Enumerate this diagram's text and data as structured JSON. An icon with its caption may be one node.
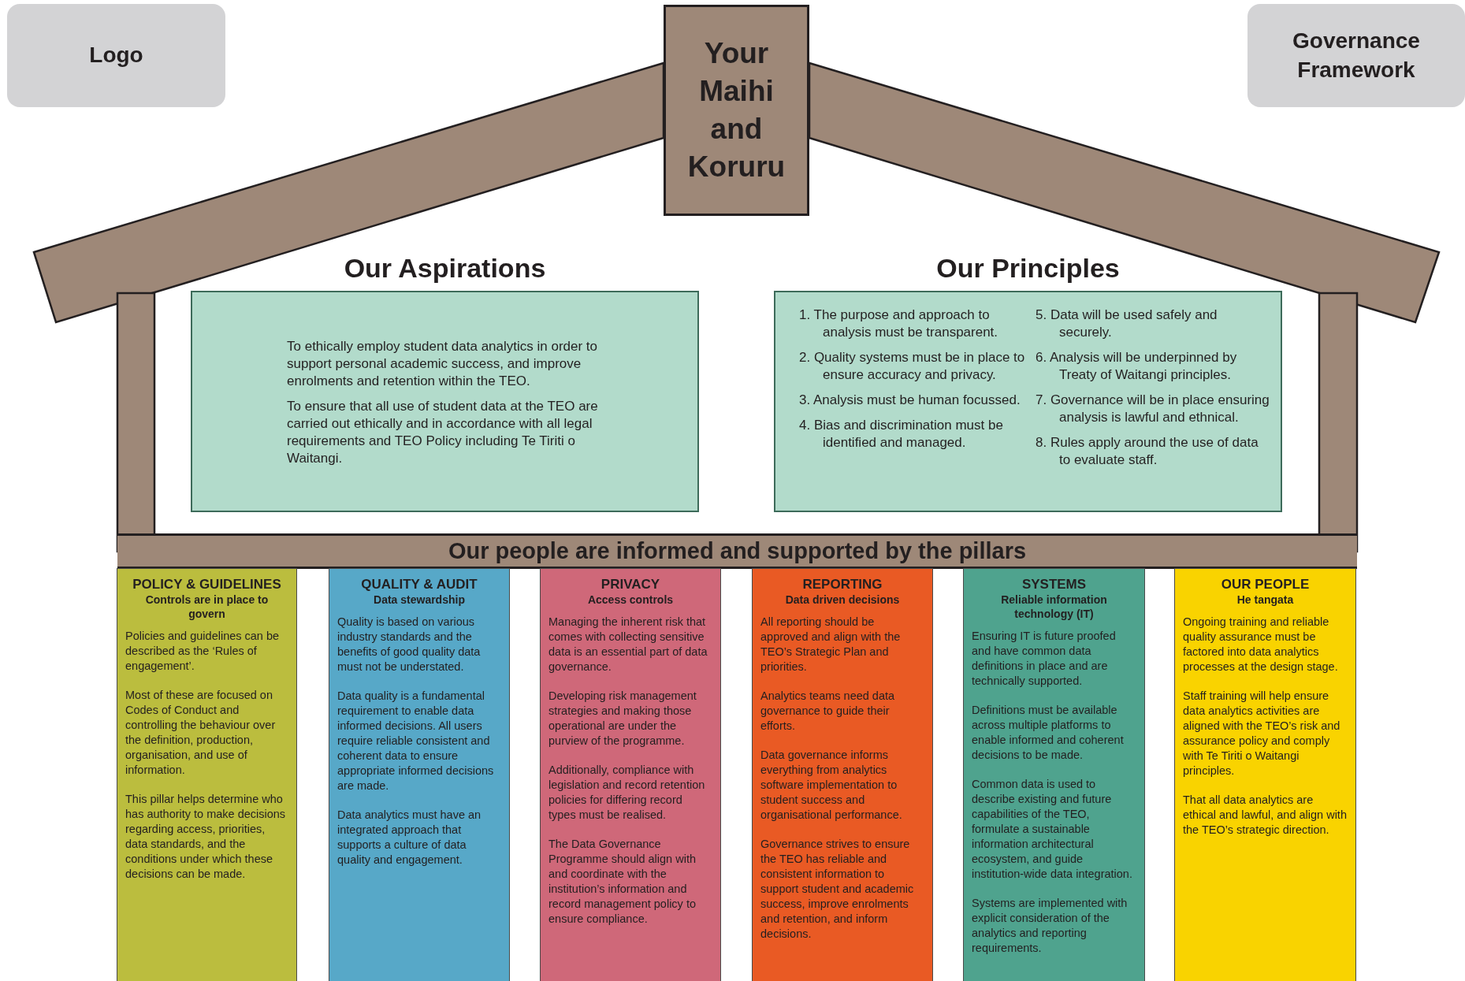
{
  "diagram": {
    "nodes": [
      {
        "text": [
          "Logo"
        ]
      },
      {
        "text": [
          "Governance Framework"
        ]
      },
      {
        "text": [
          "Your Maihi and Koruru"
        ]
      },
      {
        "text": [
          "Our Aspirations",
          "To ethically employ student data analytics in order to support personal academic success, and improve enrolments and retention within the TEO.",
          "To ensure that all use of student data at the TEO are carried out ethically and in accordance with all legal requirements and TEO Policy including Te Tiriti o Waitangi."
        ]
      },
      {
        "text": [
          "Our Principles",
          "1. The purpose and approach to analysis must be transparent.",
          "2. Quality systems must be in place to ensure accuracy and privacy.",
          "3. Analysis must be human focussed.",
          "4. Bias and discrimination must be identified and managed.",
          "5. Data will be used safely and securely.",
          "6. Analysis will be underpinned by Treaty of Waitangi principles.",
          "7. Governance will be in place ensuring analysis is lawful and ethnical.",
          "8. Rules apply around the use of data to evaluate staff."
        ]
      },
      {
        "text": [
          "Our people are informed and supported by the pillars"
        ]
      },
      {
        "text": [
          "POLICY & GUIDELINES",
          "Controls are in place to govern",
          "Policies and guidelines can be described as the ‘Rules of engagement’.",
          "Most of these are focused on Codes of Conduct and controlling the behaviour over the definition, production, organisation, and use of information.",
          "This pillar helps determine who has authority to make decisions regarding access, priorities, data standards, and the conditions under which these decisions can be made."
        ]
      },
      {
        "text": [
          "QUALITY & AUDIT",
          "Data stewardship",
          "Quality is based on various industry standards and the benefits of good quality data must not be understated.",
          "Data quality is a fundamental requirement to enable data informed decisions. All users require reliable consistent and coherent data to ensure appropriate informed decisions are made.",
          "Data analytics must have an integrated approach that supports a culture of data quality and engagement."
        ]
      },
      {
        "text": [
          "PRIVACY",
          "Access controls",
          "Managing the inherent risk that comes with collecting sensitive data is an essential part of data governance.",
          "Developing risk management strategies and making those operational are under the purview of the programme.",
          "Additionally, compliance with legislation and record retention policies for differing record types must be realised.",
          "The Data Governance Programme should align with and coordinate with the institution’s information and record management policy to ensure compliance."
        ]
      },
      {
        "text": [
          "REPORTING",
          "Data driven decisions",
          "All reporting should be approved and align with the TEO’s Strategic Plan and priorities.",
          "Analytics teams need data governance to guide their efforts.",
          "Data governance informs everything from analytics software implementation to student success and organisational performance.",
          "Governance strives to ensure the TEO has reliable and consistent information to support student and academic success, improve enrolments and retention, and inform decisions."
        ]
      },
      {
        "text": [
          "SYSTEMS",
          "Reliable information technology (IT)",
          "Ensuring IT is future proofed and have common data definitions in place and are technically supported.",
          "Definitions must be available across multiple platforms to enable informed and coherent decisions to be made.",
          "Common data is used to describe existing and future capabilities of the TEO, formulate a sustainable information architectural ecosystem, and guide institution-wide data integration.",
          "Systems are implemented with explicit consideration of the analytics and reporting requirements."
        ]
      },
      {
        "text": [
          "OUR PEOPLE",
          "He tangata",
          "Ongoing training and reliable quality assurance must be factored into data analytics processes at the design stage.",
          "Staff training will help ensure data analytics activities are aligned with the TEO’s risk and assurance policy and comply with Te Tiriti o Waitangi principles.",
          "That all data analytics are ethical and lawful, and align with the TEO’s strategic direction."
        ]
      }
    ]
  }
}
